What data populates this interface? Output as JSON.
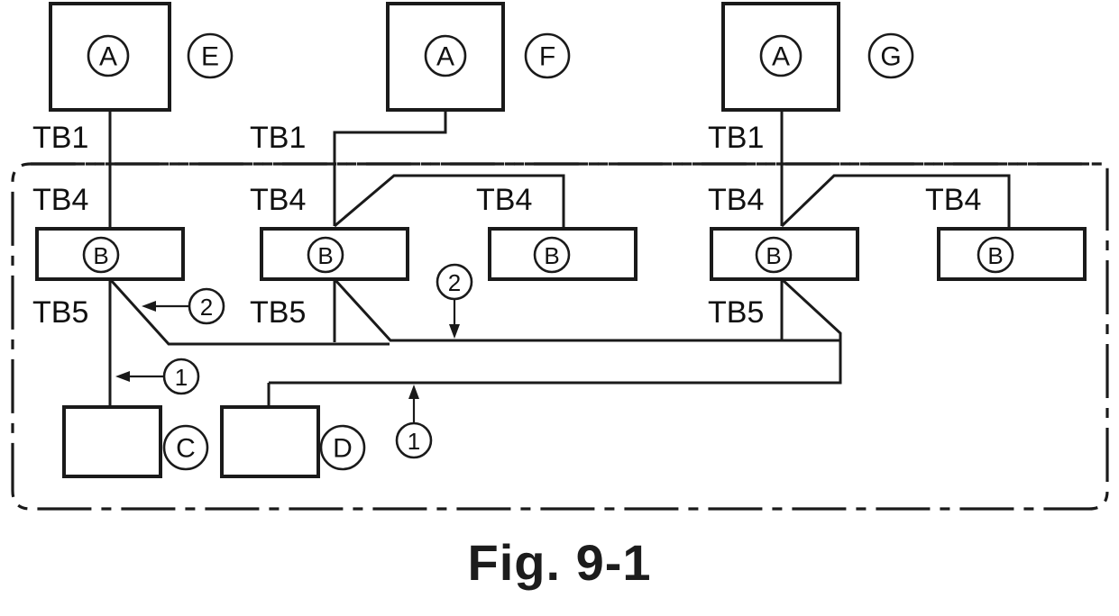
{
  "figure": {
    "caption": "Fig. 9-1",
    "enclosure_style": "dash-dot-rounded"
  },
  "terminal_labels": {
    "tb1": "TB1",
    "tb4": "TB4",
    "tb5": "TB5"
  },
  "groups": [
    {
      "id": "group-e",
      "ref_label": "E",
      "upper_unit": "A",
      "tb1": "TB1",
      "tb4": "TB4",
      "tb5": "TB5",
      "lower_units": [
        "B"
      ]
    },
    {
      "id": "group-f",
      "ref_label": "F",
      "upper_unit": "A",
      "tb1": "TB1",
      "tb4": "TB4",
      "tb4_secondary": "TB4",
      "tb5": "TB5",
      "lower_units": [
        "B",
        "B"
      ]
    },
    {
      "id": "group-g",
      "ref_label": "G",
      "upper_unit": "A",
      "tb1": "TB1",
      "tb4": "TB4",
      "tb4_secondary": "TB4",
      "tb5": "TB5",
      "lower_units": [
        "B",
        "B"
      ]
    }
  ],
  "bottom_units": [
    {
      "id": "unit-c",
      "ref_label": "C"
    },
    {
      "id": "unit-d",
      "ref_label": "D"
    }
  ],
  "callouts": [
    {
      "id": "callout-2-left",
      "number": "②",
      "plain": "2"
    },
    {
      "id": "callout-2-mid",
      "number": "②",
      "plain": "2"
    },
    {
      "id": "callout-1-left",
      "number": "①",
      "plain": "1"
    },
    {
      "id": "callout-1-mid",
      "number": "①",
      "plain": "1"
    }
  ],
  "unit_glyphs": {
    "a": "A",
    "b": "B",
    "c": "C",
    "d": "D",
    "e": "E",
    "f": "F",
    "g": "G"
  },
  "colors": {
    "line": "#1a1a1a",
    "background": "#ffffff",
    "text": "#111111"
  }
}
